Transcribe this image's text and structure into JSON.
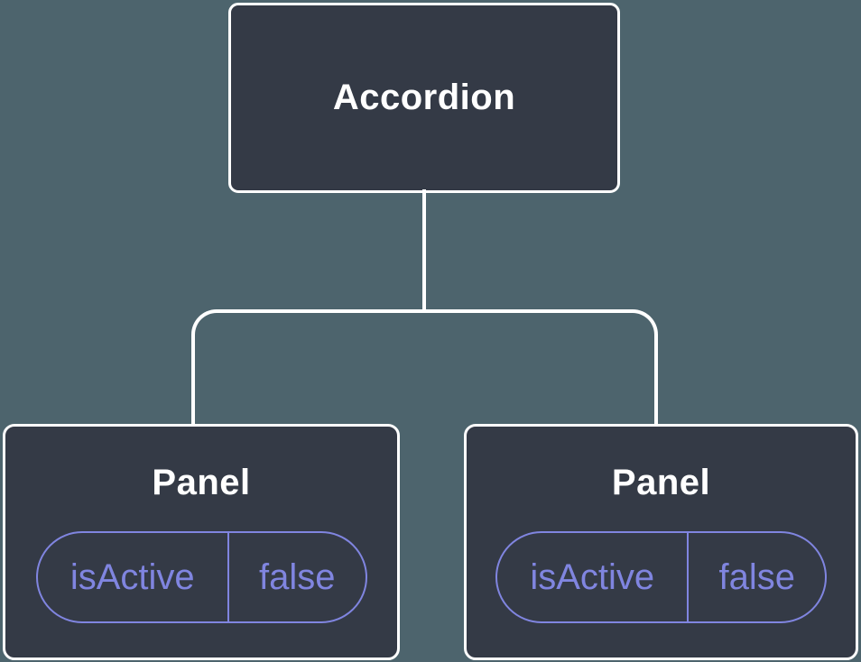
{
  "illustration": {
    "colors": {
      "background": "#4d646d",
      "node_fill": "#343a46",
      "node_border": "#ffffff",
      "connector": "#ffffff",
      "state_accent": "#8085e0",
      "title_text": "#ffffff"
    },
    "root": {
      "label": "Accordion"
    },
    "children": [
      {
        "title": "Panel",
        "state_name": "isActive",
        "state_value": "false"
      },
      {
        "title": "Panel",
        "state_name": "isActive",
        "state_value": "false"
      }
    ]
  }
}
